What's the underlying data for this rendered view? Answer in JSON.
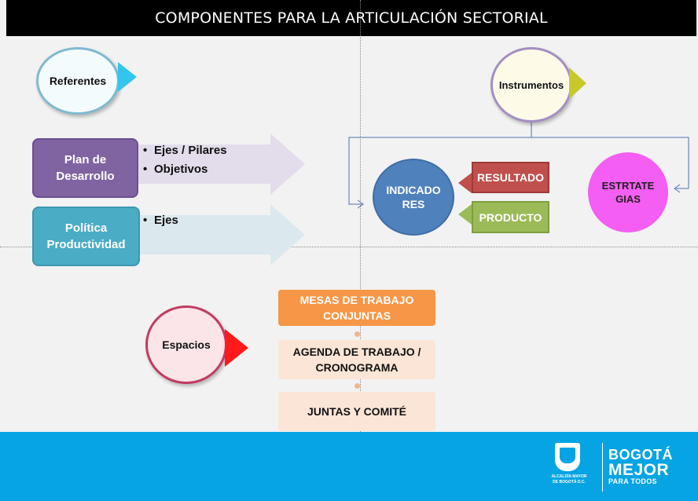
{
  "title": "COMPONENTES PARA LA ARTICULACIÓN SECTORIAL",
  "colors": {
    "title_bar": "#000000",
    "plan_box": "#8064a2",
    "politica_box": "#4bacc6",
    "indicadores": "#4f81bd",
    "resultado": "#c0504d",
    "producto": "#9bbb59",
    "estrategias": "#f45ef2",
    "mesas": "#f79646",
    "footer": "#06a4e2"
  },
  "referentes": {
    "label": "Referentes",
    "items": [
      {
        "label": "Plan de Desarrollo",
        "bullets": [
          "Ejes / Pilares",
          "Objetivos"
        ]
      },
      {
        "label": "Política Productividad",
        "bullets": [
          "Ejes"
        ]
      }
    ]
  },
  "instrumentos": {
    "label": "Instrumentos",
    "indicadores": "INDICADO RES",
    "resultado": "RESULTADO",
    "producto": "PRODUCTO",
    "estrategias": "ESTRTATE GIAS"
  },
  "espacios": {
    "label": "Espacios",
    "steps": [
      "MESAS DE TRABAJO CONJUNTAS",
      "AGENDA DE TRABAJO / CRONOGRAMA",
      "JUNTAS Y COMITÉ"
    ]
  },
  "footer": {
    "alcaldia_line1": "ALCALDÍA MAYOR",
    "alcaldia_line2": "DE BOGOTÁ D.C.",
    "brand_line1": "BOGOTÁ",
    "brand_line2": "MEJOR",
    "brand_line3": "PARA TODOS"
  }
}
